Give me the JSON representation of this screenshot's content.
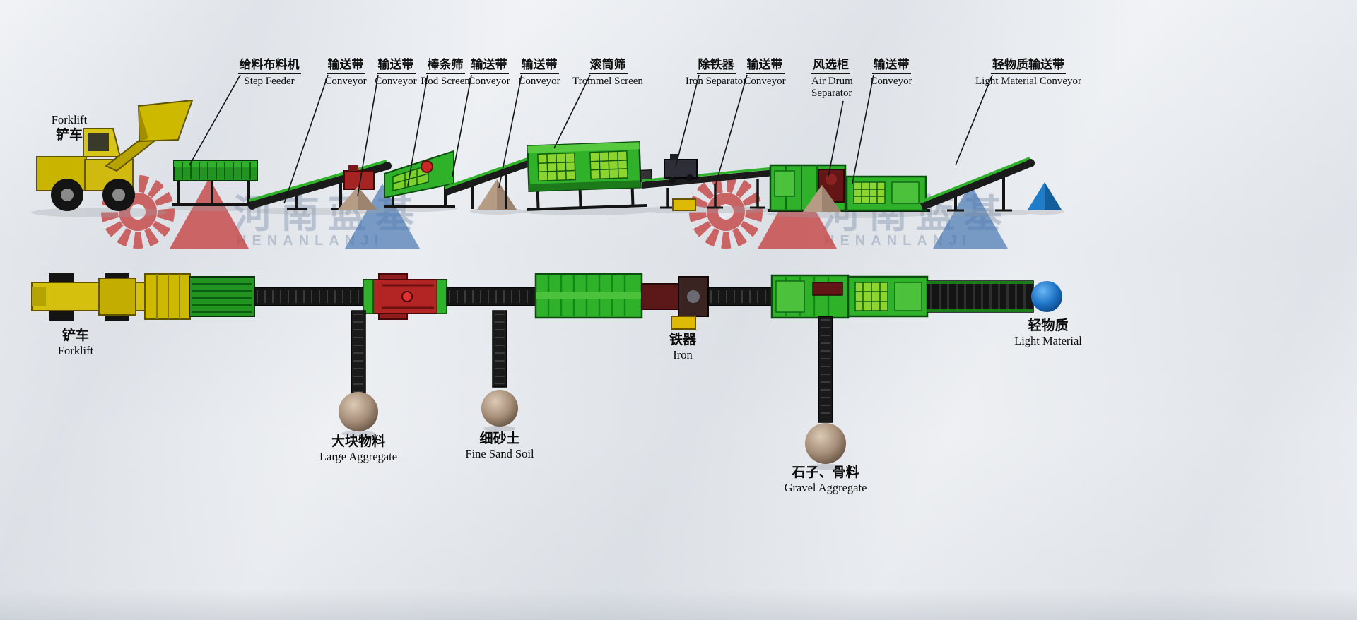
{
  "watermark": {
    "zh": "河南蓝基",
    "en": "HENANLANJI"
  },
  "forklift_top": {
    "en": "Forklift",
    "zh": "铲车"
  },
  "callouts": [
    {
      "id": "step-feeder",
      "zh": "给料布料机",
      "en": "Step Feeder"
    },
    {
      "id": "conveyor-1",
      "zh": "输送带",
      "en": "Conveyor"
    },
    {
      "id": "conveyor-2",
      "zh": "输送带",
      "en": "Conveyor"
    },
    {
      "id": "rod-screen",
      "zh": "棒条筛",
      "en": "Rod Screen"
    },
    {
      "id": "conveyor-3",
      "zh": "输送带",
      "en": "Conveyor"
    },
    {
      "id": "conveyor-4",
      "zh": "输送带",
      "en": "Conveyor"
    },
    {
      "id": "trommel-screen",
      "zh": "滚筒筛",
      "en": "Trommel Screen"
    },
    {
      "id": "iron-separator",
      "zh": "除铁器",
      "en": "Iron Separator"
    },
    {
      "id": "conveyor-5",
      "zh": "输送带",
      "en": "Conveyor"
    },
    {
      "id": "air-drum-separator",
      "zh": "风选柜",
      "en": "Air Drum Separator"
    },
    {
      "id": "conveyor-6",
      "zh": "输送带",
      "en": "Conveyor"
    },
    {
      "id": "light-material-conveyor",
      "zh": "轻物质输送带",
      "en": "Light Material Conveyor"
    }
  ],
  "plan_labels": [
    {
      "id": "forklift",
      "zh": "铲车",
      "en": "Forklift"
    },
    {
      "id": "large-aggregate",
      "zh": "大块物料",
      "en": "Large Aggregate"
    },
    {
      "id": "fine-sand-soil",
      "zh": "细砂土",
      "en": "Fine Sand Soil"
    },
    {
      "id": "iron",
      "zh": "铁器",
      "en": "Iron"
    },
    {
      "id": "gravel-aggregate",
      "zh": "石子、骨料",
      "en": "Gravel Aggregate"
    },
    {
      "id": "light-material",
      "zh": "轻物质",
      "en": "Light Material"
    }
  ]
}
